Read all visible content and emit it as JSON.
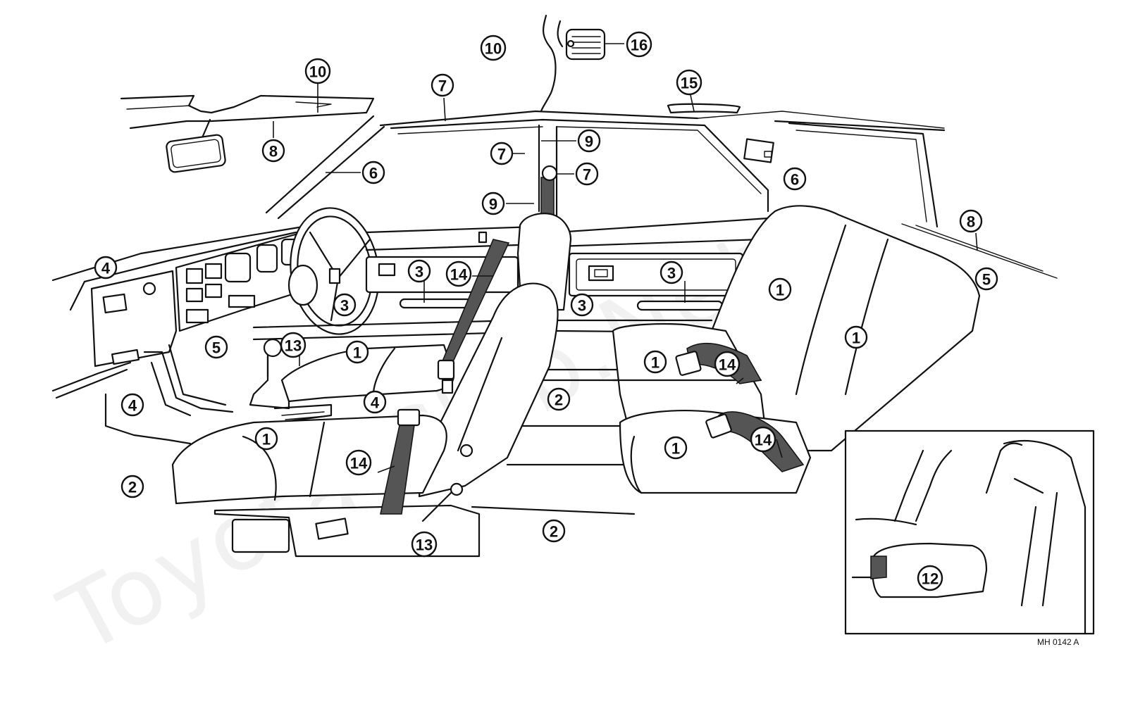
{
  "diagram": {
    "watermark": "Toyota-Club.Net",
    "drawing_code": "MH 0142 A",
    "callouts": [
      {
        "id": "c10a",
        "number": "10"
      },
      {
        "id": "c10b",
        "number": "10"
      },
      {
        "id": "c16",
        "number": "16"
      },
      {
        "id": "c7a",
        "number": "7"
      },
      {
        "id": "c15",
        "number": "15"
      },
      {
        "id": "c8a",
        "number": "8"
      },
      {
        "id": "c7b",
        "number": "7"
      },
      {
        "id": "c9a",
        "number": "9"
      },
      {
        "id": "c6a",
        "number": "6"
      },
      {
        "id": "c7c",
        "number": "7"
      },
      {
        "id": "c6b",
        "number": "6"
      },
      {
        "id": "c9b",
        "number": "9"
      },
      {
        "id": "c8b",
        "number": "8"
      },
      {
        "id": "c4a",
        "number": "4"
      },
      {
        "id": "c3a",
        "number": "3"
      },
      {
        "id": "c14a",
        "number": "14"
      },
      {
        "id": "c3b",
        "number": "3"
      },
      {
        "id": "c5a",
        "number": "5"
      },
      {
        "id": "c1a",
        "number": "1"
      },
      {
        "id": "c3c",
        "number": "3"
      },
      {
        "id": "c3d",
        "number": "3"
      },
      {
        "id": "c5b",
        "number": "5"
      },
      {
        "id": "c13a",
        "number": "13"
      },
      {
        "id": "c1b",
        "number": "1"
      },
      {
        "id": "c1c",
        "number": "1"
      },
      {
        "id": "c1d",
        "number": "1"
      },
      {
        "id": "c14b",
        "number": "14"
      },
      {
        "id": "c4b",
        "number": "4"
      },
      {
        "id": "c4c",
        "number": "4"
      },
      {
        "id": "c2a",
        "number": "2"
      },
      {
        "id": "c1e",
        "number": "1"
      },
      {
        "id": "c1f",
        "number": "1"
      },
      {
        "id": "c14c",
        "number": "14"
      },
      {
        "id": "c14d",
        "number": "14"
      },
      {
        "id": "c2b",
        "number": "2"
      },
      {
        "id": "c2c",
        "number": "2"
      },
      {
        "id": "c12",
        "number": "12"
      },
      {
        "id": "c13b",
        "number": "13"
      }
    ]
  }
}
